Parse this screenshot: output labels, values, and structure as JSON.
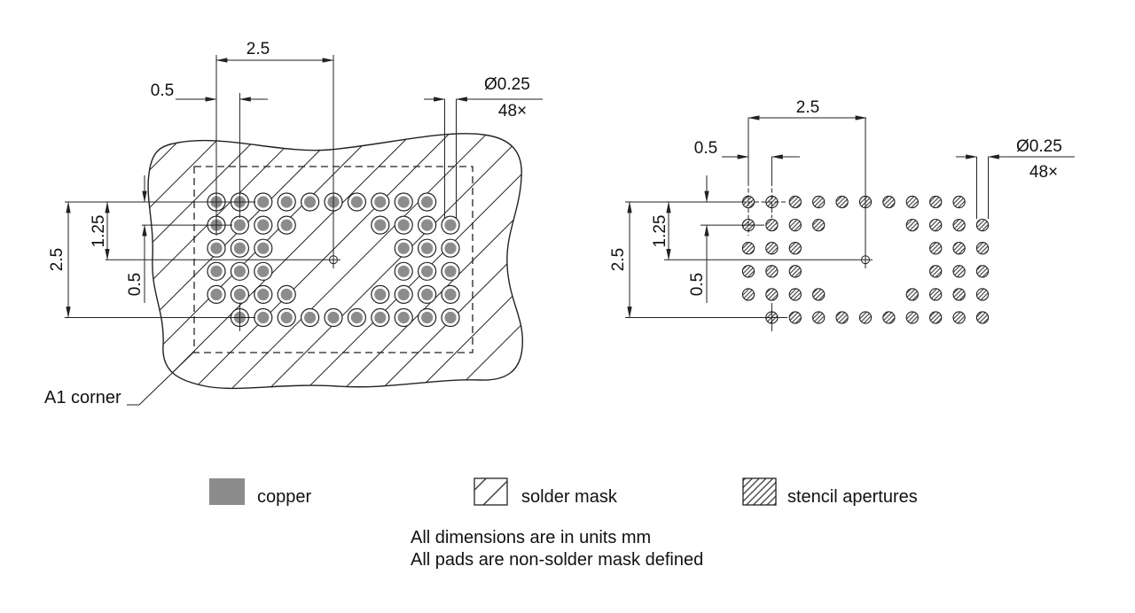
{
  "dims": {
    "span": "2.5",
    "pitch": "0.5",
    "half_span": "1.25",
    "pad_diameter": "Ø0.25",
    "pad_count": "48×"
  },
  "a1_label": "A1 corner",
  "legend": [
    {
      "swatch": "copper-swatch",
      "label": "copper"
    },
    {
      "swatch": "solder-mask-swatch",
      "label": "solder mask"
    },
    {
      "swatch": "stencil-apertures-swatch",
      "label": "stencil apertures"
    }
  ],
  "notes": [
    "All dimensions are in units mm",
    "All pads are non-solder mask defined"
  ],
  "pad_grid": {
    "total_pads": 48,
    "columns": 11,
    "rows_count": 6,
    "rows": [
      [
        [
          1,
          10
        ]
      ],
      [
        [
          1,
          4
        ],
        [
          8,
          11
        ]
      ],
      [
        [
          1,
          3
        ],
        [
          9,
          11
        ]
      ],
      [
        [
          1,
          3
        ],
        [
          9,
          11
        ]
      ],
      [
        [
          1,
          4
        ],
        [
          8,
          11
        ]
      ],
      [
        [
          2,
          11
        ]
      ]
    ],
    "datum_pads": [
      {
        "row": 1,
        "col": 1
      },
      {
        "row": 1,
        "col": 2
      },
      {
        "row": 2,
        "col": 1
      },
      {
        "row": 6,
        "col": 2
      }
    ]
  },
  "colors": {
    "copper": "#8c8c8c",
    "line": "#222222"
  }
}
